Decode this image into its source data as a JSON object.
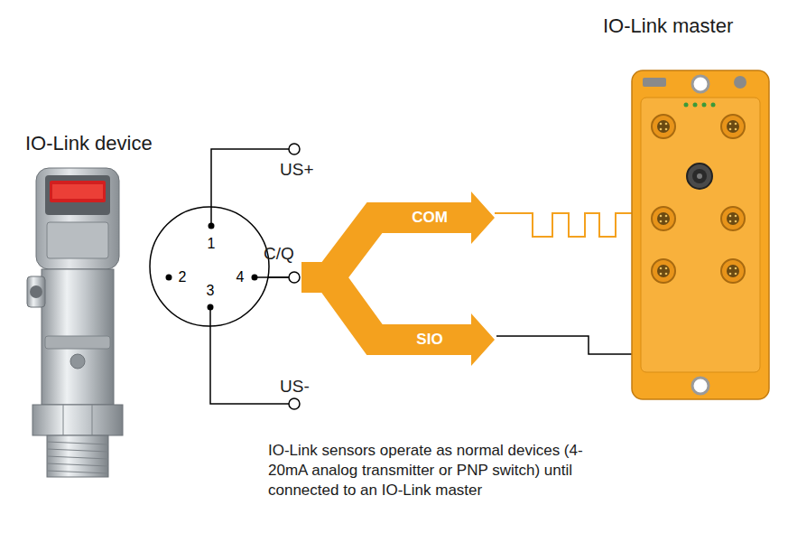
{
  "diagram": {
    "caption": "IO-Link sensors operate as normal devices (4-20mA analog transmitter or PNP switch) until connected to an IO-Link master",
    "nodes": [
      {
        "text": [
          "1",
          "2",
          "4",
          "3"
        ]
      },
      {
        "text": [
          "COM"
        ]
      },
      {
        "text": [
          "SIO"
        ]
      }
    ],
    "edges": [
      {
        "from": 0,
        "to": 1,
        "arrow": "none"
      },
      {
        "from": 0,
        "to": 2,
        "arrow": "none"
      }
    ],
    "labels": [
      "IO-Link device",
      "IO-Link master",
      "US+",
      "C/Q",
      "US-"
    ]
  }
}
